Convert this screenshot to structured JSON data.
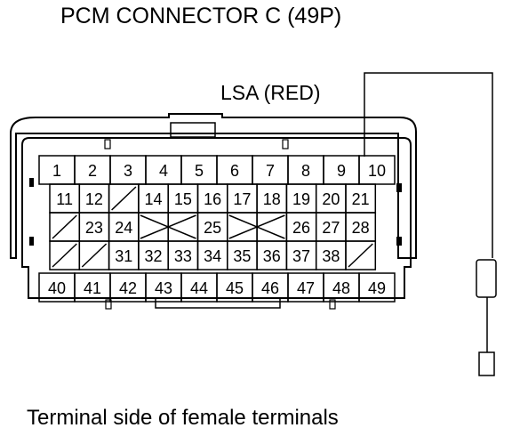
{
  "title": "PCM CONNECTOR C (49P)",
  "wire_label": "LSA (RED)",
  "caption": "Terminal side of female terminals",
  "rows": [
    [
      "1",
      "2",
      "3",
      "4",
      "5",
      "6",
      "7",
      "8",
      "9",
      "10"
    ],
    [
      "11",
      "12",
      "",
      "14",
      "15",
      "16",
      "17",
      "18",
      "19",
      "20",
      "21"
    ],
    [
      "",
      "23",
      "24",
      "",
      "",
      "25",
      "",
      "",
      "26",
      "27",
      "28"
    ],
    [
      "",
      "",
      "31",
      "32",
      "33",
      "34",
      "35",
      "36",
      "37",
      "38",
      ""
    ],
    [
      "40",
      "41",
      "42",
      "43",
      "44",
      "45",
      "46",
      "47",
      "48",
      "49"
    ]
  ]
}
